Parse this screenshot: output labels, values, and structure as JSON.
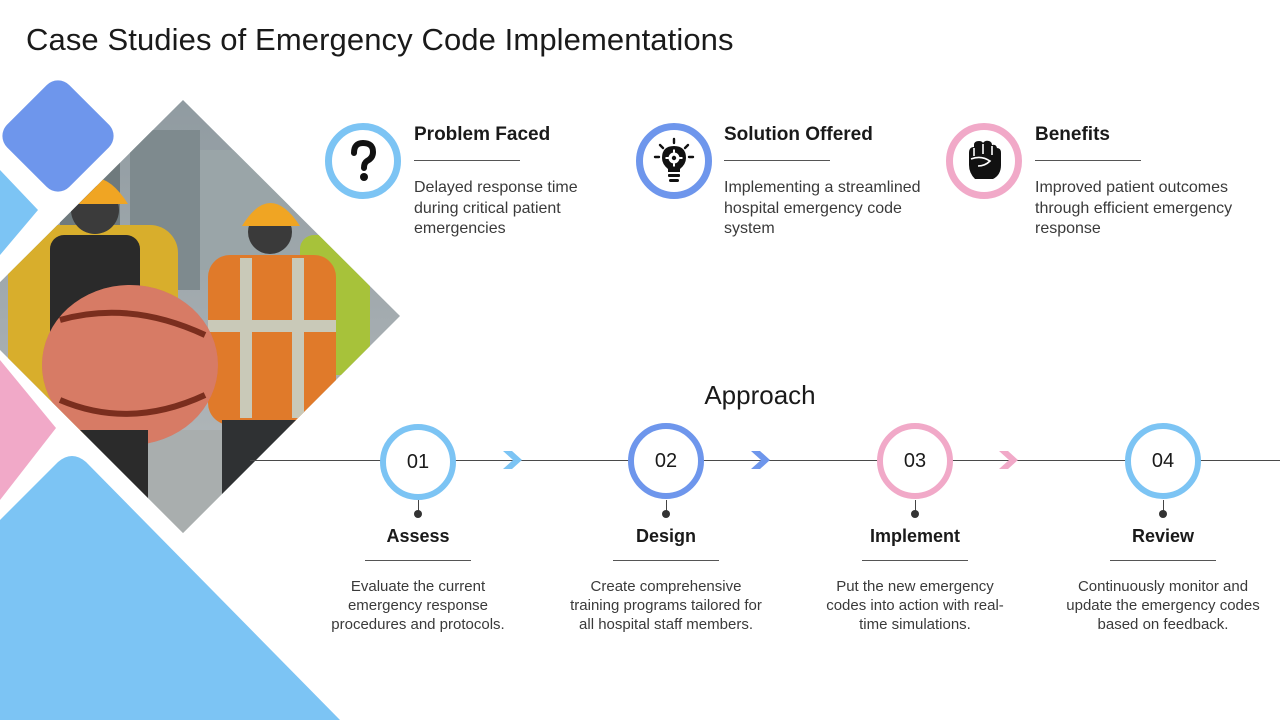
{
  "title": "Case Studies of Emergency Code Implementations",
  "colors": {
    "blue_light": "#7cc4f4",
    "blue_dark": "#6e96ec",
    "pink": "#f1a9c8",
    "text": "#1a1a1a"
  },
  "cards": [
    {
      "heading": "Problem Faced",
      "body": "Delayed response time during critical patient emergencies",
      "icon": "question-mark-icon",
      "color": "#7cc4f4"
    },
    {
      "heading": "Solution Offered",
      "body": "Implementing a streamlined hospital emergency code system",
      "icon": "lightbulb-gear-icon",
      "color": "#6e96ec"
    },
    {
      "heading": "Benefits",
      "body": "Improved patient outcomes through efficient emergency response",
      "icon": "raised-fist-icon",
      "color": "#f1a9c8"
    }
  ],
  "approach": {
    "title": "Approach",
    "steps": [
      {
        "number": "01",
        "heading": "Assess",
        "body": "Evaluate the current emergency response procedures and protocols.",
        "color": "#7cc4f4"
      },
      {
        "number": "02",
        "heading": "Design",
        "body": "Create comprehensive training programs tailored for all hospital staff members.",
        "color": "#6e96ec"
      },
      {
        "number": "03",
        "heading": "Implement",
        "body": "Put the new emergency codes into action with real-time simulations.",
        "color": "#f1a9c8"
      },
      {
        "number": "04",
        "heading": "Review",
        "body": "Continuously monitor and update the emergency codes based on feedback.",
        "color": "#7cc4f4"
      }
    ]
  },
  "image": {
    "icon": "construction-workers-photo"
  }
}
